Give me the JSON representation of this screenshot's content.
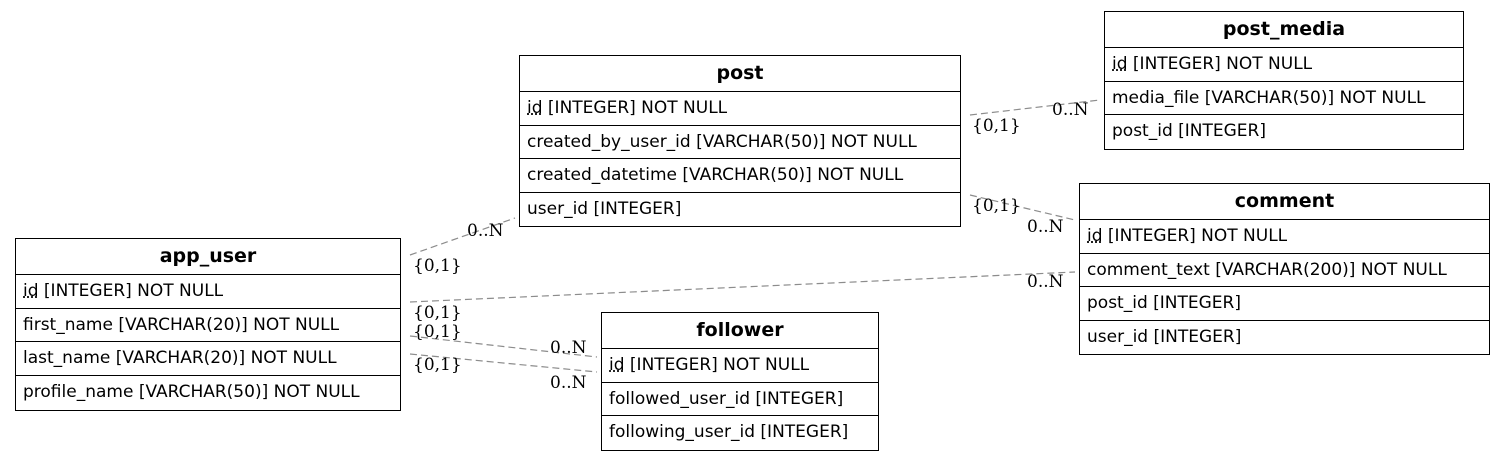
{
  "entities": {
    "post_media": {
      "name": "post_media",
      "attrs": [
        {
          "pk": "id",
          "rest": " [INTEGER] NOT NULL"
        },
        {
          "pk": "",
          "rest": "media_file [VARCHAR(50)] NOT NULL"
        },
        {
          "pk": "",
          "rest": "post_id [INTEGER]"
        }
      ]
    },
    "post": {
      "name": "post",
      "attrs": [
        {
          "pk": "id",
          "rest": " [INTEGER] NOT NULL"
        },
        {
          "pk": "",
          "rest": "created_by_user_id [VARCHAR(50)] NOT NULL"
        },
        {
          "pk": "",
          "rest": "created_datetime [VARCHAR(50)] NOT NULL"
        },
        {
          "pk": "",
          "rest": "user_id [INTEGER]"
        }
      ]
    },
    "comment": {
      "name": "comment",
      "attrs": [
        {
          "pk": "id",
          "rest": " [INTEGER] NOT NULL"
        },
        {
          "pk": "",
          "rest": "comment_text [VARCHAR(200)] NOT NULL"
        },
        {
          "pk": "",
          "rest": "post_id [INTEGER]"
        },
        {
          "pk": "",
          "rest": "user_id [INTEGER]"
        }
      ]
    },
    "app_user": {
      "name": "app_user",
      "attrs": [
        {
          "pk": "id",
          "rest": " [INTEGER] NOT NULL"
        },
        {
          "pk": "",
          "rest": "first_name [VARCHAR(20)] NOT NULL"
        },
        {
          "pk": "",
          "rest": "last_name [VARCHAR(20)] NOT NULL"
        },
        {
          "pk": "",
          "rest": "profile_name [VARCHAR(50)] NOT NULL"
        }
      ]
    },
    "follower": {
      "name": "follower",
      "attrs": [
        {
          "pk": "id",
          "rest": " [INTEGER] NOT NULL"
        },
        {
          "pk": "",
          "rest": "followed_user_id [INTEGER]"
        },
        {
          "pk": "",
          "rest": "following_user_id [INTEGER]"
        }
      ]
    }
  },
  "relationships": [
    {
      "name": "post-to-post_media",
      "one_label": "{0,1}",
      "many_label": "0..N"
    },
    {
      "name": "post-to-comment",
      "one_label": "{0,1}",
      "many_label": "0..N"
    },
    {
      "name": "app_user-to-post",
      "one_label": "{0,1}",
      "many_label": "0..N"
    },
    {
      "name": "app_user-to-comment",
      "one_label": "{0,1}",
      "many_label": "0..N"
    },
    {
      "name": "app_user-to-follower-followed",
      "one_label": "{0,1}",
      "many_label": "0..N"
    },
    {
      "name": "app_user-to-follower-following",
      "one_label": "{0,1}",
      "many_label": "0..N"
    }
  ],
  "colors": {
    "entity_border": "#000000",
    "relationship_line": "#8c8c8c",
    "background": "#ffffff"
  }
}
